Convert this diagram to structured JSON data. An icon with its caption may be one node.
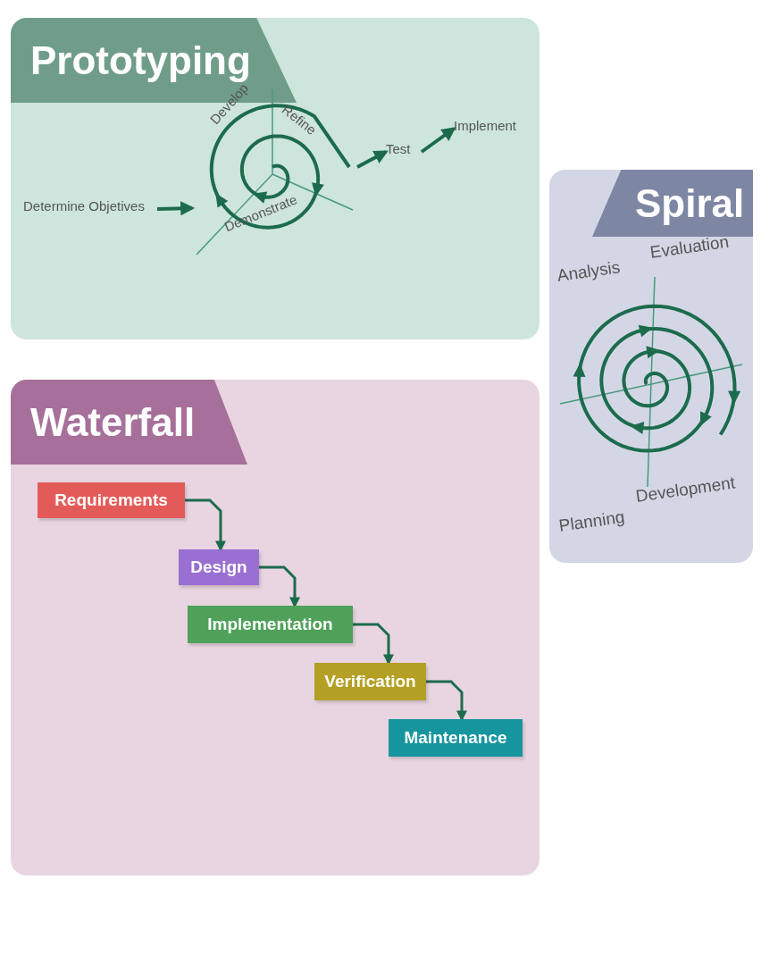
{
  "diagram": {
    "nodes": [
      {
        "text": [
          "Prototyping"
        ]
      },
      {
        "text": [
          "Determine Objetives"
        ],
        "in": 0
      },
      {
        "text": [],
        "shape": "spiral",
        "in": 0
      },
      {
        "text": [
          "Test"
        ],
        "in": 0
      },
      {
        "text": [
          "Implement"
        ],
        "in": 0
      },
      {
        "text": [
          "Spiral"
        ]
      },
      {
        "text": [
          "Waterfall"
        ]
      },
      {
        "text": [
          "Requirements"
        ],
        "in": 6
      },
      {
        "text": [
          "Design"
        ],
        "in": 6
      },
      {
        "text": [
          "Implementation"
        ],
        "in": 6
      },
      {
        "text": [
          "Verification"
        ],
        "in": 6
      },
      {
        "text": [
          "Maintenance"
        ],
        "in": 6
      }
    ],
    "edges": [
      {
        "from": 1,
        "to": 2,
        "arrow": "to"
      },
      {
        "from": 2,
        "to": 3,
        "arrow": "to"
      },
      {
        "from": 3,
        "to": 4,
        "arrow": "to"
      },
      {
        "from": 7,
        "to": 8,
        "arrow": "to"
      },
      {
        "from": 8,
        "to": 9,
        "arrow": "to"
      },
      {
        "from": 9,
        "to": 10,
        "arrow": "to"
      },
      {
        "from": 10,
        "to": 11,
        "arrow": "to"
      }
    ],
    "labels": [
      "Develop",
      "Refine",
      "Demonstrate",
      "Analysis",
      "Evaluation",
      "Planning",
      "Development"
    ]
  }
}
